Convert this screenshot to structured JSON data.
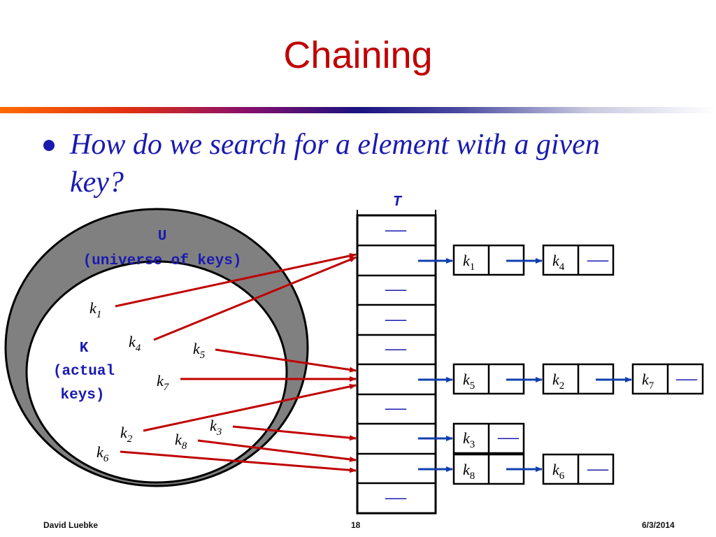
{
  "slide": {
    "title": "Chaining",
    "bullet": "How do we search for a element with a given key?",
    "footer_author": "David Luebke",
    "footer_page": "18",
    "footer_date": "6/3/2014"
  },
  "diagram": {
    "table_label": "T",
    "universe_label": "U",
    "universe_desc": "(universe of keys)",
    "actual_label": "K",
    "actual_desc_1": "(actual",
    "actual_desc_2": "keys)",
    "nil_symbol": "—",
    "keys": [
      {
        "base": "k",
        "sub": "1"
      },
      {
        "base": "k",
        "sub": "4"
      },
      {
        "base": "k",
        "sub": "5"
      },
      {
        "base": "k",
        "sub": "7"
      },
      {
        "base": "k",
        "sub": "2"
      },
      {
        "base": "k",
        "sub": "3"
      },
      {
        "base": "k",
        "sub": "8"
      },
      {
        "base": "k",
        "sub": "6"
      }
    ],
    "chain_row1": [
      {
        "base": "k",
        "sub": "1"
      },
      {
        "base": "k",
        "sub": "4"
      }
    ],
    "chain_row5": [
      {
        "base": "k",
        "sub": "5"
      },
      {
        "base": "k",
        "sub": "2"
      },
      {
        "base": "k",
        "sub": "7"
      }
    ],
    "chain_row7": [
      {
        "base": "k",
        "sub": "3"
      }
    ],
    "chain_row8": [
      {
        "base": "k",
        "sub": "8"
      },
      {
        "base": "k",
        "sub": "6"
      }
    ]
  },
  "colors": {
    "title": "#c00000",
    "text_blue": "#1a1ab0",
    "arrow_red": "#c00000",
    "pointer_blue": "#1040b0",
    "ring_gray": "#808080"
  }
}
